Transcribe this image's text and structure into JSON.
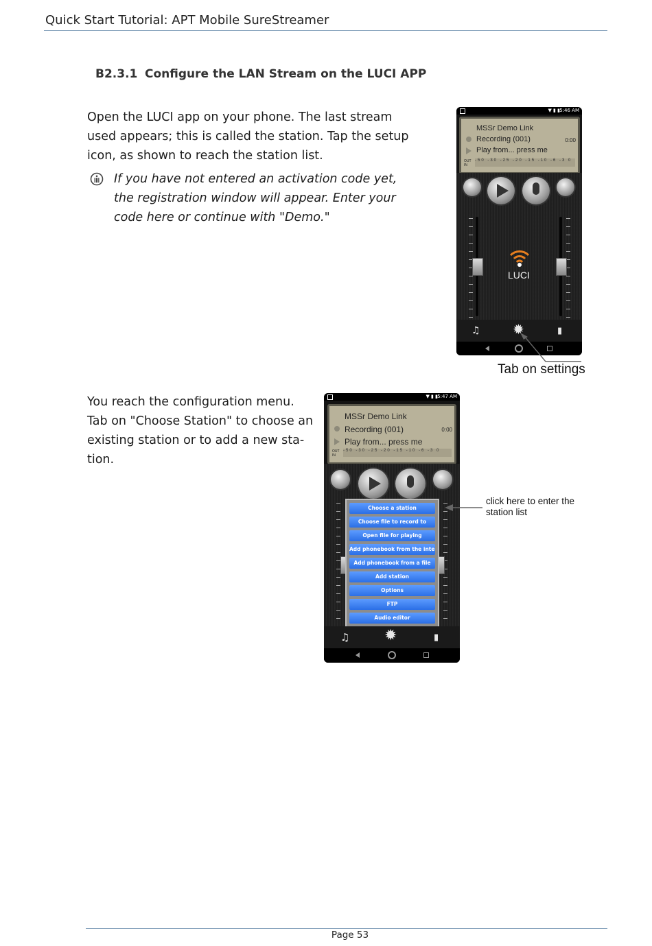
{
  "header": {
    "title": "Quick Start Tutorial: APT Mobile SureStreamer"
  },
  "section": {
    "number": "B2.3.1",
    "title": "Configure the LAN Stream on the LUCI APP"
  },
  "paragraph1": "Open the LUCI app on your phone. The last stream used appears; this is called the station. Tap the setup icon, as shown to reach the station list.",
  "note": "If you have not entered an activation code yet, the registration window will appear. Enter your code here or continue with \"Demo.\"",
  "paragraph2": "You reach the configuration menu. Tab on \"Choose Station\" to choose an existing station or to add a new sta-tion.",
  "screenshot1": {
    "status_time": "5:46 AM",
    "lcd": {
      "line1": "MSSr Demo Link",
      "line2": "Recording (001)",
      "line3": "Play from... press me",
      "time": "0:00",
      "out": "OUT",
      "in": "IN",
      "scale": "-50 -30 -25 -20 -15 -10 -6 -3 0"
    },
    "logo_text": "LUCI",
    "caption": "Tab on settings"
  },
  "screenshot2": {
    "status_time": "5:47 AM",
    "lcd": {
      "line1": "MSSr Demo Link",
      "line2": "Recording (001)",
      "line3": "Play from... press me",
      "time": "0:00",
      "out": "OUT",
      "in": "IN",
      "scale": "-50 -30 -25 -20 -15 -10 -6 -3 0"
    },
    "menu_items": [
      "Choose a station",
      "Choose file to record to",
      "Open file for playing",
      "Add phonebook from the internet",
      "Add phonebook from a file",
      "Add station",
      "Options",
      "FTP",
      "Audio editor"
    ],
    "caption": "click here to enter the station list"
  },
  "footer": {
    "page": "Page 53"
  }
}
